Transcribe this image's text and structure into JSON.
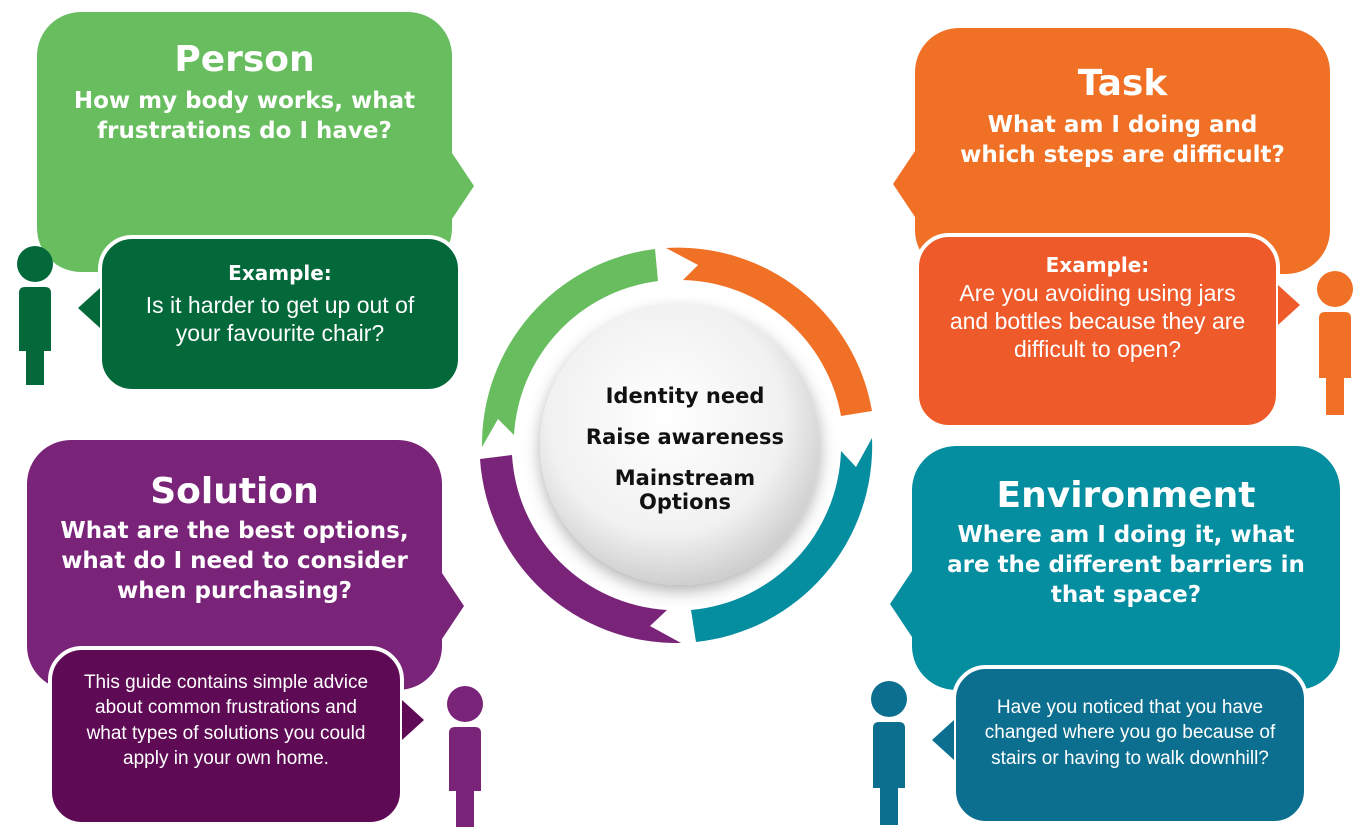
{
  "colors": {
    "person": "#68bd5f",
    "person_dark": "#03693a",
    "task": "#f07125",
    "task_example": "#ef5a2b",
    "environment": "#058ea0",
    "environment_dark": "#0d6f8f",
    "solution": "#7a2479",
    "solution_dark": "#5e0a55"
  },
  "center": {
    "line1": "Identity need",
    "line2": "Raise awareness",
    "line3": "Mainstream Options"
  },
  "person": {
    "title": "Person",
    "question": "How my body works, what frustrations do I have?",
    "example_label": "Example:",
    "example_text": "Is it harder to get up out of your favourite chair?"
  },
  "task": {
    "title": "Task",
    "question": "What am I doing and which steps are difficult?",
    "example_label": "Example:",
    "example_text": "Are you avoiding using jars and bottles because they are difficult to open?"
  },
  "solution": {
    "title": "Solution",
    "question": "What are the best options, what do I need to consider when purchasing?",
    "example_text": "This guide contains simple advice about common frustrations and what types of solutions you could apply in your own home."
  },
  "environment": {
    "title": "Environment",
    "question": "Where am I doing it, what are the different barriers in that space?",
    "example_text": "Have you noticed that you have changed where you go because of stairs or having to walk downhill?"
  },
  "icons": [
    "person-icon"
  ]
}
